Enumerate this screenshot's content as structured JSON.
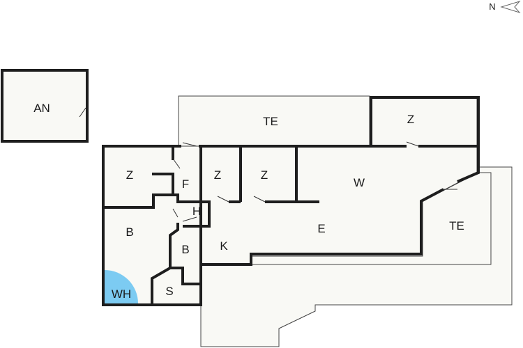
{
  "compass": {
    "label": "N"
  },
  "rooms": {
    "annex": "AN",
    "terrace_top": "TE",
    "room_top_right": "Z",
    "room_left": "Z",
    "room_mid1": "Z",
    "room_mid2": "Z",
    "hallway": "F",
    "living": "W",
    "toilet": "H",
    "bath_left": "B",
    "bath_small": "B",
    "dining": "E",
    "terrace_right": "TE",
    "kitchen": "K",
    "water_heater": "WH",
    "storage": "S"
  },
  "colors": {
    "floor": "#f9f9f5",
    "wall": "#1e1e1e",
    "water_heater": "#7ccbf2"
  }
}
